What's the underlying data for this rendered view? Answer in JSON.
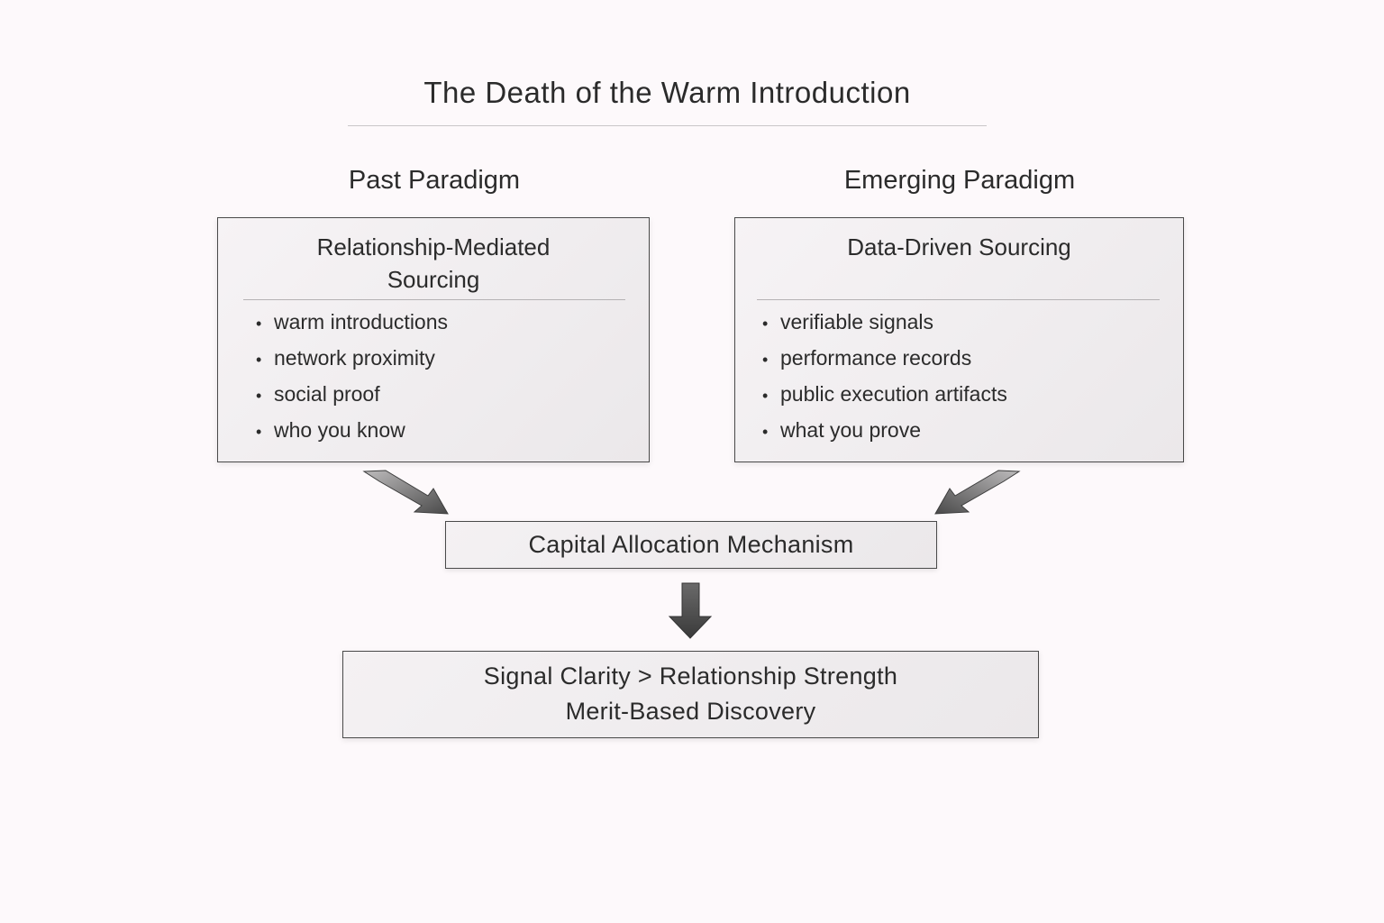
{
  "title": "The Death of the Warm Introduction",
  "past": {
    "heading": "Past Paradigm",
    "box_title_line1": "Relationship-Mediated",
    "box_title_line2": "Sourcing",
    "items": [
      "warm introductions",
      "network proximity",
      "social proof",
      "who you know"
    ]
  },
  "emerging": {
    "heading": "Emerging Paradigm",
    "box_title": "Data-Driven Sourcing",
    "items": [
      "verifiable signals",
      "performance records",
      "public execution artifacts",
      "what you prove"
    ]
  },
  "mechanism": {
    "label": "Capital Allocation Mechanism"
  },
  "outcome": {
    "line1": "Signal Clarity > Relationship Strength",
    "line2": "Merit-Based Discovery"
  },
  "colors": {
    "background": "#fdf9fb",
    "box_border": "#4a4a4a",
    "arrow_fill": "#555555"
  }
}
